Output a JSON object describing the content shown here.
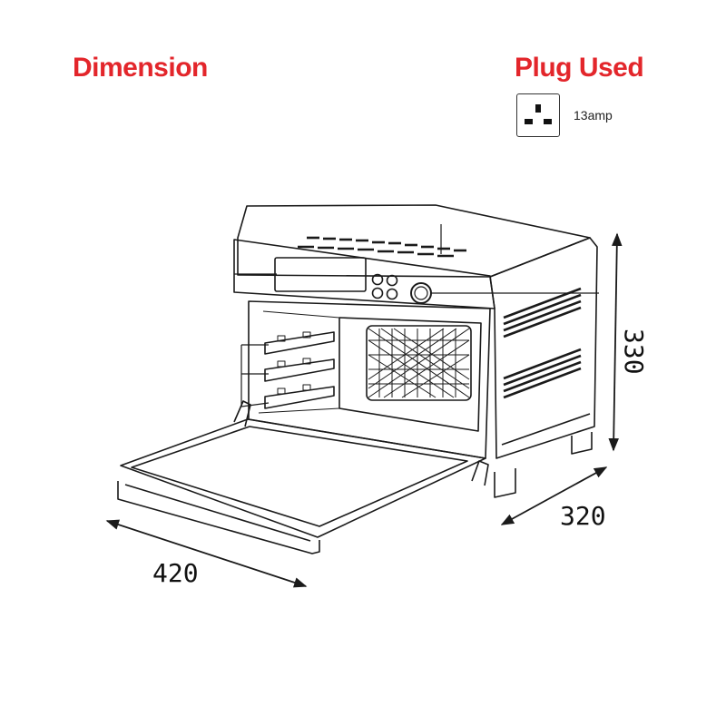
{
  "dimension_section": {
    "title": "Dimension"
  },
  "plug_section": {
    "title": "Plug Used",
    "rating": "13amp"
  },
  "dimensions": {
    "width": "420",
    "depth": "320",
    "height": "330"
  },
  "colors": {
    "heading": "#e3262b",
    "line": "#1a1a1a"
  },
  "icons": {
    "plug": "uk-three-pin-socket-icon"
  }
}
